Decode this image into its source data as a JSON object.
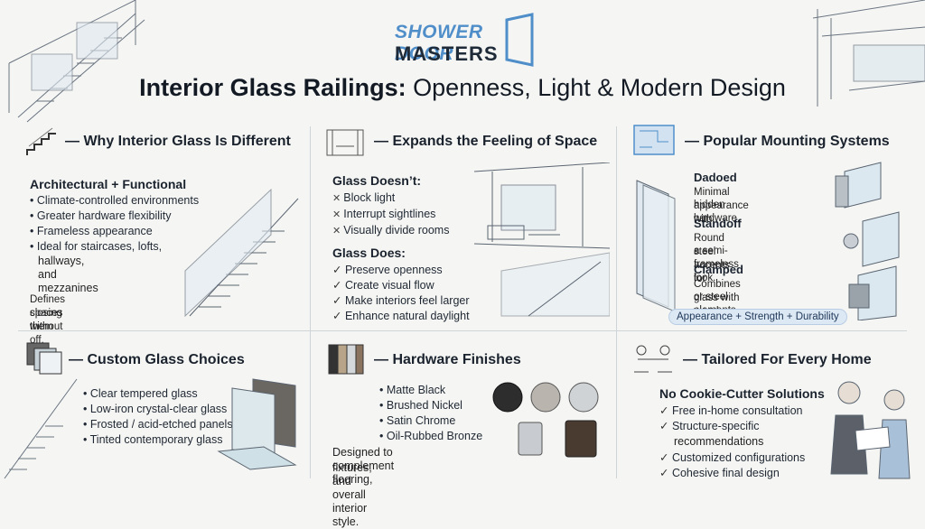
{
  "header": {
    "logo_line1": "SHOWER DOOR",
    "logo_line2": "MASTERS",
    "title_bold": "Interior Glass Railings:",
    "title_rest": " Openness, Light & Modern Design"
  },
  "panels": {
    "why": {
      "title": "— Why Interior Glass Is Different",
      "subtitle": "Architectural + Functional",
      "items": [
        "Climate-controlled environments",
        "Greater hardware flexibility",
        "Frameless appearance",
        "Ideal for staircases, lofts,",
        "hallways, and mezzanines"
      ],
      "note_line1": "Defines spaces without",
      "note_line2": "closing them off."
    },
    "space": {
      "title": "— Expands the Feeling of Space",
      "doesnt_label": "Glass Doesn’t:",
      "doesnt_items": [
        "Block light",
        "Interrupt sightlines",
        "Visually divide rooms"
      ],
      "does_label": "Glass Does:",
      "does_items": [
        "Preserve openness",
        "Create visual flow",
        "Make interiors feel larger",
        "Enhance natural daylight"
      ]
    },
    "mounting": {
      "title": "— Popular Mounting Systems",
      "systems": [
        {
          "name": "Dadoed",
          "desc1": "Minimal appearance with",
          "desc2": "hidden hardware."
        },
        {
          "name": "Standoff",
          "desc1": "Round steel accents for",
          "desc2": "a semi-frameless look."
        },
        {
          "name": "Clamped",
          "desc1": "Combines glass with wood",
          "desc2": "or steel elements."
        }
      ],
      "pill": "Appearance + Strength + Durability"
    },
    "glass": {
      "title": "— Custom Glass Choices",
      "items": [
        "Clear tempered glass",
        "Low-iron crystal-clear glass",
        "Frosted / acid-etched panels",
        "Tinted contemporary glass"
      ]
    },
    "hardware": {
      "title": "— Hardware Finishes",
      "items": [
        "Matte Black",
        "Brushed Nickel",
        "Satin Chrome",
        "Oil-Rubbed Bronze"
      ],
      "note_line1": "Designed to complement flooring,",
      "note_line2": "fixtures, and overall interior style."
    },
    "tailored": {
      "title": "— Tailored For Every Home",
      "subtitle": "No Cookie-Cutter Solutions",
      "items": [
        "Free in-home consultation",
        "Structure-specific",
        "Customized configurations",
        "Cohesive final design"
      ],
      "item2_cont": "recommendations"
    }
  },
  "colors": {
    "accent": "#4f8ec9",
    "text": "#1c2430",
    "pill_bg": "#dde8f5"
  }
}
